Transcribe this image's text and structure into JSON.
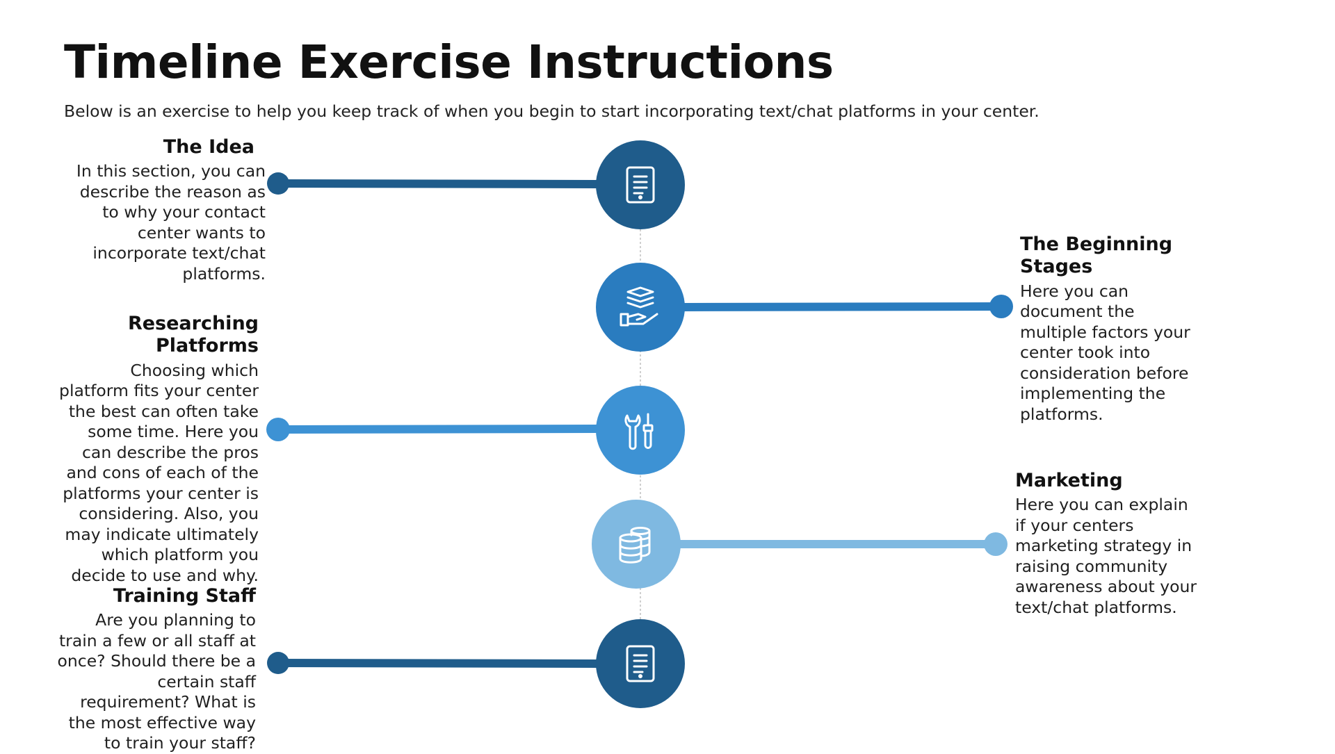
{
  "title": "Timeline Exercise Instructions",
  "subtitle": "Below is an exercise to help you keep track of when you begin to start incorporating text/chat platforms in your center.",
  "colors": {
    "dark_blue": "#1F5C8B",
    "medium_blue": "#2A7CBF",
    "light_blue": "#3D92D4",
    "pale_blue": "#7FB9E1",
    "connector_gray": "#BFBFBF"
  },
  "entries": [
    {
      "heading": "The Idea",
      "text": "In this section, you can describe the reason as to why your contact center wants to incorporate text/chat platforms.",
      "icon": "document-icon",
      "color": "#1F5C8B"
    },
    {
      "heading": "The Beginning Stages",
      "text": "Here you can document the multiple factors your center took into consideration before implementing the platforms.",
      "icon": "hand-stack-icon",
      "color": "#2A7CBF"
    },
    {
      "heading": "Researching Platforms",
      "text": "Choosing which platform fits your center the best can often take some time. Here you can describe the pros and cons of each of the platforms your center is considering. Also, you may indicate ultimately which platform you decide to use and why.",
      "icon": "tools-icon",
      "color": "#3D92D4"
    },
    {
      "heading": "Marketing",
      "text": "Here you can explain if your centers marketing strategy in raising community awareness about your text/chat platforms.",
      "icon": "database-icon",
      "color": "#7FB9E1"
    },
    {
      "heading": "Training Staff",
      "text": "Are you planning to train a few or all staff at once? Should there be a certain staff requirement? What is the most effective way to train your staff?",
      "icon": "document-icon",
      "color": "#1F5C8B"
    }
  ]
}
